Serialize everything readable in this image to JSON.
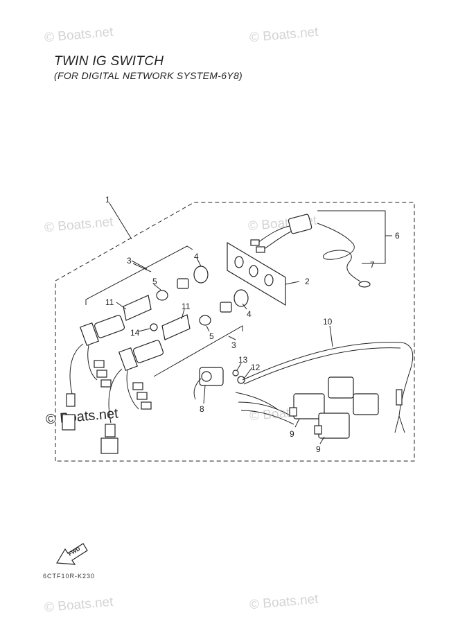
{
  "header": {
    "title": "TWIN IG SWITCH",
    "subtitle": "(FOR DIGITAL NETWORK SYSTEM-6Y8)"
  },
  "watermark": {
    "text": "© Boats.net"
  },
  "callouts": [
    "1",
    "2",
    "3",
    "3",
    "4",
    "4",
    "5",
    "5",
    "6",
    "7",
    "8",
    "9",
    "9",
    "10",
    "11",
    "11",
    "12",
    "13",
    "14"
  ],
  "fwd_label": "FWD",
  "diagram_code": "6CTF10R-K230"
}
